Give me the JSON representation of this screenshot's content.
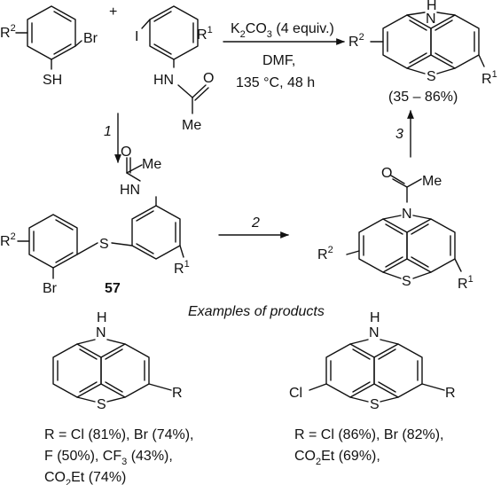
{
  "reagent_top": {
    "line1_prefix": "K",
    "line1_sub": "2",
    "line1_suffix": "CO",
    "line1_sub2": "3",
    "line1_tail": " (4 equiv.)",
    "line2": "DMF,",
    "line3": "135 °C, 48 h"
  },
  "yield_range": "(35 – 86%)",
  "step_labels": {
    "step1": "1",
    "step2": "2",
    "step3": "3"
  },
  "compound_number": "57",
  "substituents": {
    "r1": "R",
    "r1_sup": "1",
    "r2": "R",
    "r2_sup": "2",
    "plus": "+"
  },
  "atoms": {
    "br": "Br",
    "i": "I",
    "sh": "SH",
    "h": "H",
    "hn": "HN",
    "o": "O",
    "me": "Me",
    "s": "S",
    "n": "N",
    "cl": "Cl",
    "r": "R"
  },
  "examples_title": "Examples of products",
  "examples_left": {
    "line1": "R = Cl (81%), Br (74%),",
    "line2_a": "F (50%), CF",
    "line2_sub": "3",
    "line2_b": " (43%),",
    "line3_a": "CO",
    "line3_sub": "2",
    "line3_b": "Et (74%)"
  },
  "examples_right": {
    "line1": "R = Cl (86%), Br (82%),",
    "line2_a": "CO",
    "line2_sub": "2",
    "line2_b": "Et (69%),"
  }
}
